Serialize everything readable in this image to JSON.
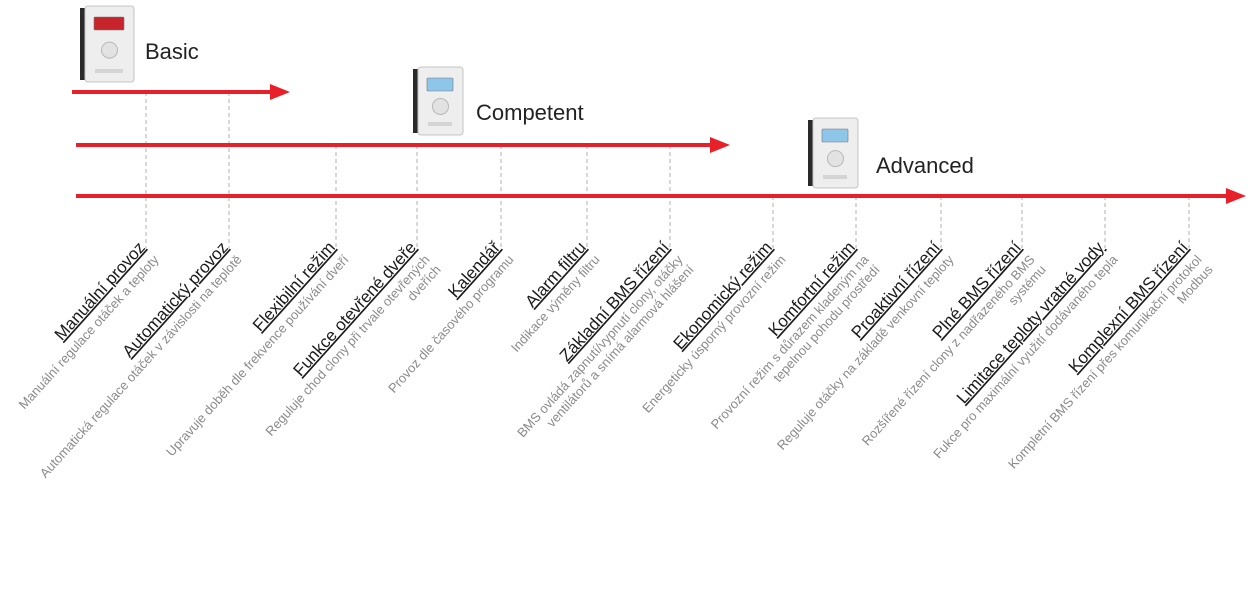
{
  "tiers": [
    {
      "name": "Basic",
      "device": "controller-red-display-icon"
    },
    {
      "name": "Competent",
      "device": "controller-blue-display-icon"
    },
    {
      "name": "Advanced",
      "device": "controller-blue-display-icon"
    }
  ],
  "features": [
    {
      "title": "Manuální provoz",
      "desc": [
        "Manuální regulace otáček a teploty"
      ]
    },
    {
      "title": "Automatický provoz",
      "desc": [
        "Automatická regulace otáček v závislosti na teplotě"
      ]
    },
    {
      "title": "Flexibilní režim",
      "desc": [
        "Upravuje doběh dle frekvence používání dveří"
      ]
    },
    {
      "title": "Funkce otevřené dveře",
      "desc": [
        "Reguluje chod clony při trvale otevřených",
        "dveřích"
      ]
    },
    {
      "title": "Kalendář",
      "desc": [
        "Provoz dle časového programu"
      ]
    },
    {
      "title": "Alarm filtru",
      "desc": [
        "Indikace výměny filtru"
      ]
    },
    {
      "title": "Základní BMS řízení",
      "desc": [
        "BMS ovládá zapnutí/vypnutí clony, otáčky",
        "ventilátorů a snímá alarmová hlášení"
      ]
    },
    {
      "title": "Ekonomický režim",
      "desc": [
        "Energeticky úsporný provozní režim"
      ]
    },
    {
      "title": "Komfortní režim",
      "desc": [
        "Provozní režim s důrazem kladeným na",
        "tepelnou pohodu prostředí"
      ]
    },
    {
      "title": "Proaktivní řízení",
      "desc": [
        "Reguluje otáčky na základě venkovní teploty"
      ]
    },
    {
      "title": "Plné BMS řízení",
      "desc": [
        "Rozšířené řízení clony z nadřazeného BMS",
        "systému"
      ]
    },
    {
      "title": "Limitace teploty vratné vody",
      "desc": [
        "Fukce pro maximální využití dodávaného tepla"
      ]
    },
    {
      "title": "Komplexní BMS řízení",
      "desc": [
        "Kompletní BMS řízení přes komunikační protokol",
        "Modbus"
      ]
    }
  ],
  "colors": {
    "arrow": "#e8202a",
    "dash": "#b0b0b0",
    "title": "#1a1a1a",
    "desc": "#8a8a8a"
  }
}
